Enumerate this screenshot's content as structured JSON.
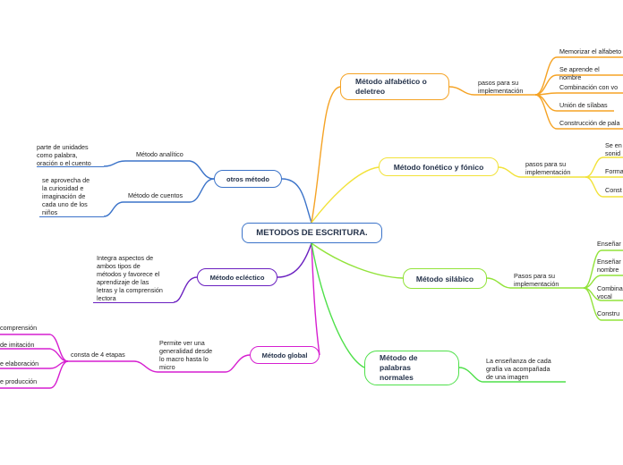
{
  "title": "METODOS DE ESCRITURA.",
  "colors": {
    "blue": "#3b73c9",
    "purple": "#6a1fc0",
    "magenta": "#d61fd0",
    "orange": "#f5a325",
    "yellow": "#f2e23a",
    "lime": "#92e33a",
    "green": "#4fe04a"
  },
  "branches": {
    "otros": {
      "label": "otros método",
      "analitico": {
        "label": "Método analítico",
        "detail": [
          "parte de unidades",
          "como palabra,",
          "oración o el cuento"
        ]
      },
      "cuentos": {
        "label": "Método de cuentos",
        "detail": [
          "se aprovecha de",
          "la curiosidad e",
          "imaginación de",
          "cada uno de los",
          "niños"
        ]
      }
    },
    "eclectico": {
      "label": "Método ecléctico",
      "detail": [
        "Integra aspectos de",
        "ambos tipos de",
        "métodos y favorece el",
        "aprendizaje de las",
        "letras y la comprensión",
        "lectora"
      ]
    },
    "global": {
      "label": "Método global",
      "detail": [
        "Permite ver una",
        "generalidad desde",
        "lo macro hasta lo",
        "micro"
      ],
      "etapas": {
        "label": "consta de 4 etapas",
        "items": [
          "comprensión",
          "de imitación",
          "e elaboración",
          "e producción"
        ]
      }
    },
    "alfabetico": {
      "label": [
        "Método alfabético o",
        "deletreo"
      ],
      "pasos": [
        "pasos para su",
        "implementación"
      ],
      "items": [
        "Memorizar el alfabeto",
        "Se aprende el nombre",
        "Combinación con vo",
        "Unión de sílabas",
        "Construcción de pala"
      ]
    },
    "fonetico": {
      "label": "Método fonético y fónico",
      "pasos": [
        "pasos para su",
        "implementación"
      ],
      "items": [
        [
          "Se en",
          "sonid"
        ],
        [
          "Forma"
        ],
        [
          "Const"
        ]
      ]
    },
    "silabico": {
      "label": "Método silábico",
      "pasos": [
        "Pasos para su",
        "implementación"
      ],
      "items": [
        [
          "Enseñar"
        ],
        [
          "Enseñar",
          "nombre"
        ],
        [
          "Combina",
          "vocal"
        ],
        [
          "Constru"
        ]
      ]
    },
    "palabras": {
      "label": [
        "Método de",
        "palabras",
        "normales"
      ],
      "detail": [
        "La enseñanza de cada",
        "grafía va acompañada",
        "de una imagen"
      ]
    }
  }
}
